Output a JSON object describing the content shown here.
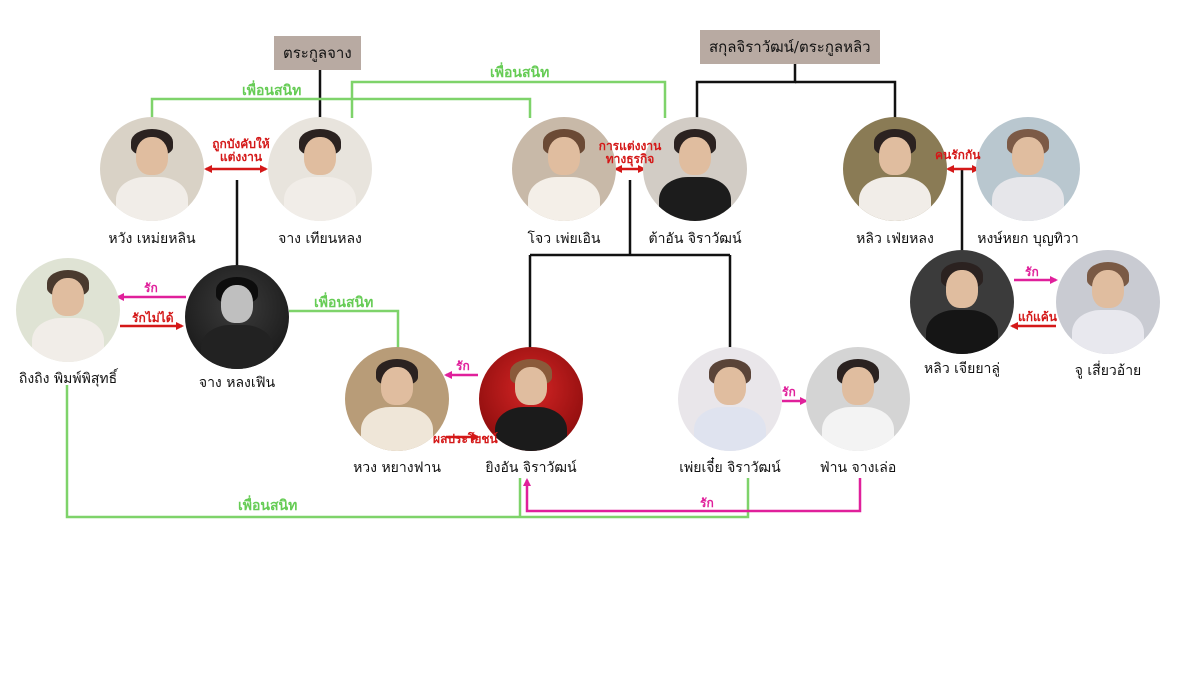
{
  "families": {
    "jiang": "ตระกูลจาง",
    "jirawat": "สกุลจิราวัฒน์/ตระกูลหลิว"
  },
  "people": {
    "wang": "หวัง เหม่ยหลิน",
    "tianlong": "จาง เทียนหลง",
    "zhuo": "โจว เพ่ยเอิน",
    "taan": "ต้าอัน  จิราวัฒน์",
    "feilong": "หลิว เฟ่ยหลง",
    "hong": "หงษ์หยก บุญทิวา",
    "lingling": "ถิงถิง พิมพ์พิสุทธิ์",
    "longfen": "จาง  หลงเฟิน",
    "huang": "หวง หยางฟาน",
    "yingan": "ยิงอัน  จิราวัฒน์",
    "peijie": "เพ่ยเจี๋ย จิราวัฒน์",
    "fan": "ฟ่าน จางเล่อ",
    "jiayalu": "หลิว  เจียยาลู่",
    "zhu": "จู เสี่ยวอ้าย"
  },
  "relations": {
    "friend_top_left": "เพื่อนสนิท",
    "friend_top_center": "เพื่อนสนิท",
    "friend_mid": "เพื่อนสนิท",
    "friend_bottom": "เพื่อนสนิท",
    "forced_marriage": "ถูกบังคับให้แต่งงาน",
    "business_marriage": "การแต่งงานทางธุรกิจ",
    "lovers": "คนรักกัน",
    "love_ling": "รัก",
    "unrequited": "รักไม่ได้",
    "love_huang": "รัก",
    "benefit": "ผลประโยชน์",
    "love_fan": "รัก",
    "love_jia": "รัก",
    "revenge": "แก้แค้น",
    "love_bottom": "รัก"
  },
  "colors": {
    "friend": "#7ed36a",
    "marriage": "#d41818",
    "love": "#e0209b",
    "lineage": "#111111",
    "family_box": "#b8aaa2"
  }
}
